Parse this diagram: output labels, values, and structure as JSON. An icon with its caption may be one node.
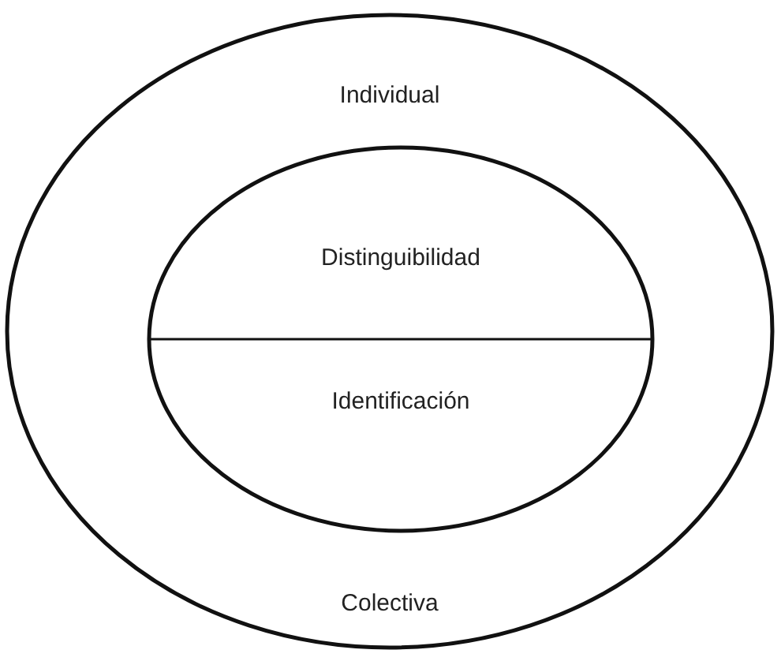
{
  "diagram": {
    "nodes": [
      {
        "text": [
          "Individual",
          "Colectiva"
        ]
      },
      {
        "text": [
          "Distinguibilidad",
          "Identificación"
        ],
        "in": 0
      }
    ],
    "edges": []
  }
}
